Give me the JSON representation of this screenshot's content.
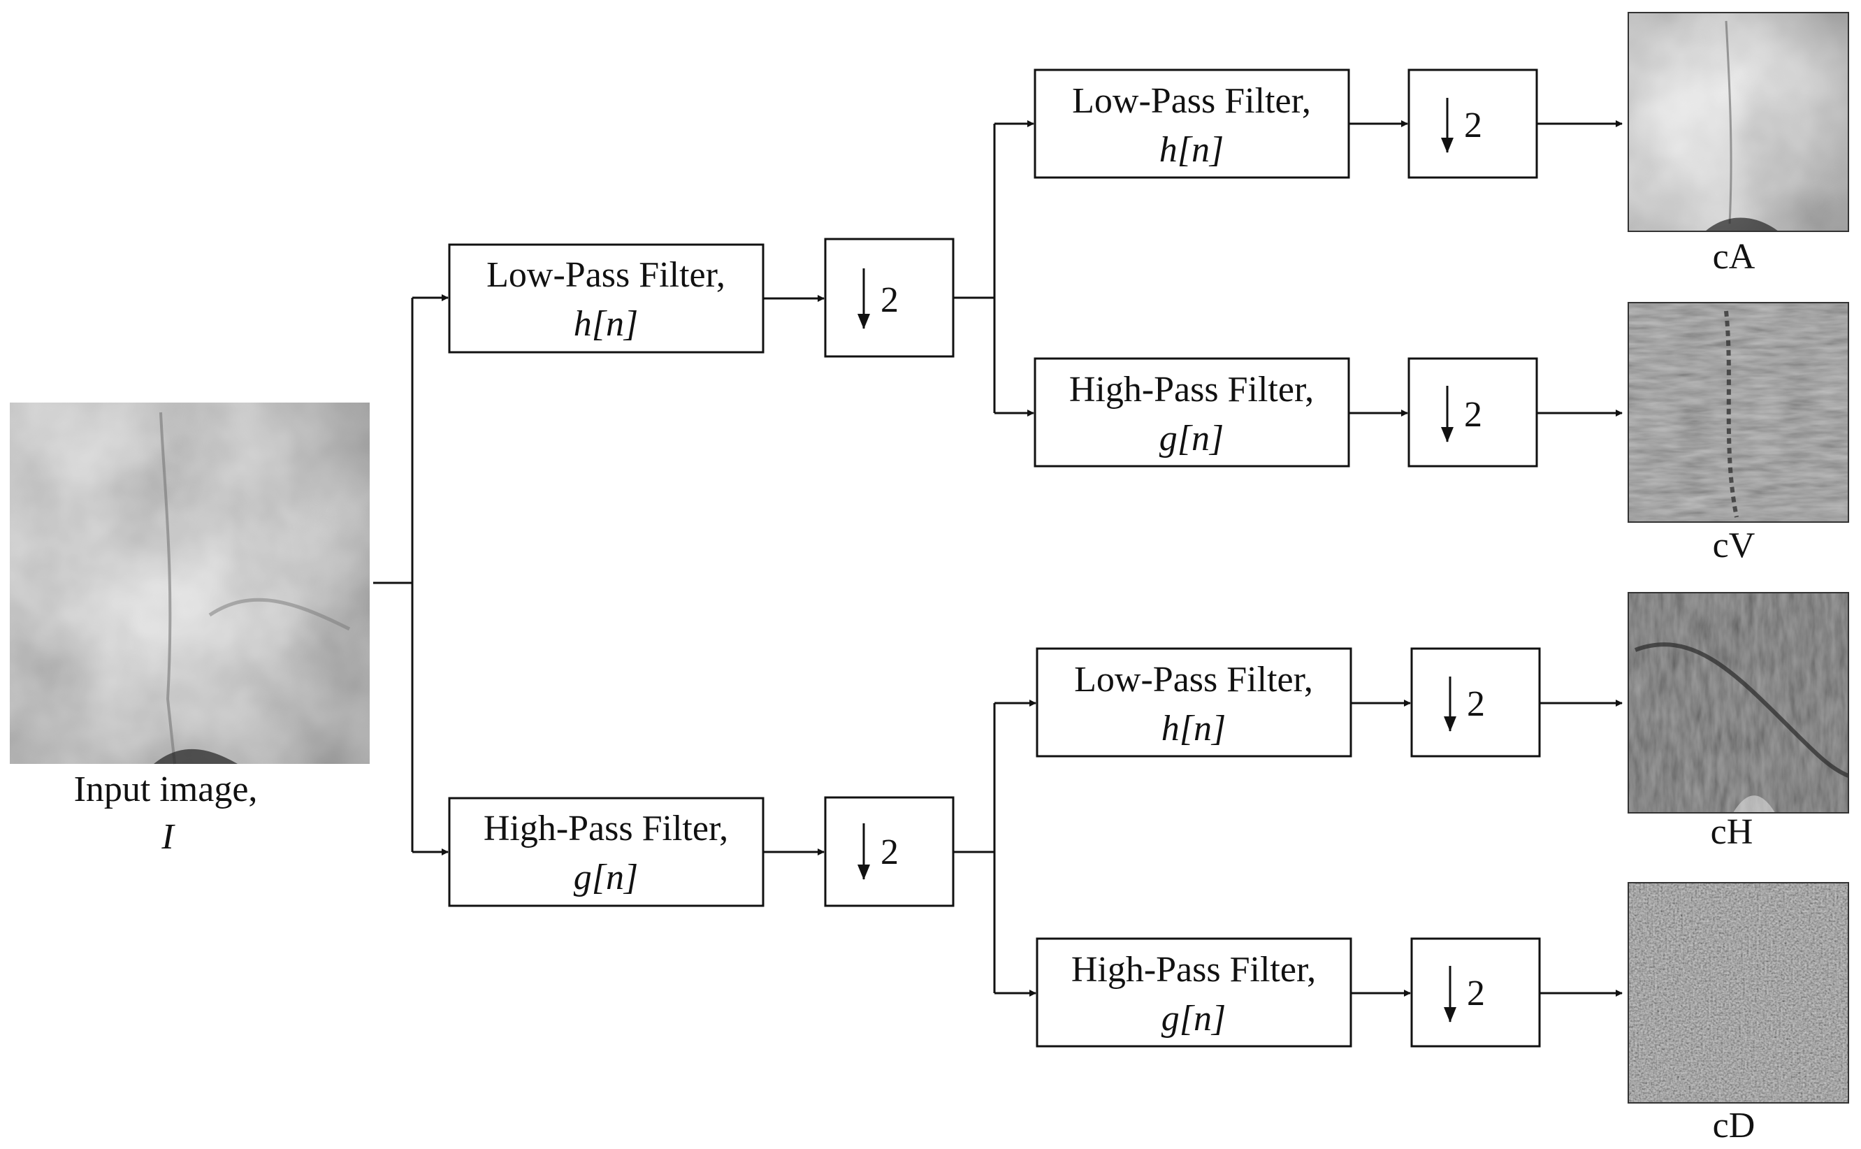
{
  "input": {
    "label": "Input image,",
    "symbol": "I"
  },
  "level1": {
    "low": {
      "title": "Low-Pass Filter,",
      "func": "h[n]"
    },
    "high": {
      "title": "High-Pass Filter,",
      "func": "g[n]"
    }
  },
  "level2": {
    "low_low": {
      "title": "Low-Pass Filter,",
      "func": "h[n]"
    },
    "low_high": {
      "title": "High-Pass Filter,",
      "func": "g[n]"
    },
    "high_low": {
      "title": "Low-Pass Filter,",
      "func": "h[n]"
    },
    "high_high": {
      "title": "High-Pass Filter,",
      "func": "g[n]"
    }
  },
  "downsample": {
    "factor": "2",
    "arrow": "↓"
  },
  "outputs": {
    "cA": "cA",
    "cV": "cV",
    "cH": "cH",
    "cD": "cD"
  }
}
